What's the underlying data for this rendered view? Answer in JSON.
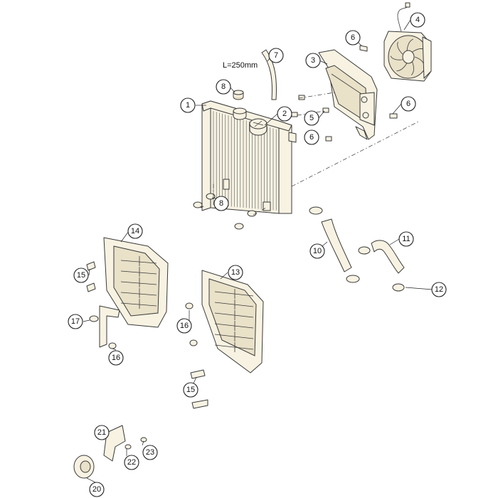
{
  "callouts": [
    {
      "id": "c1",
      "label": "1"
    },
    {
      "id": "c2",
      "label": "2"
    },
    {
      "id": "c3",
      "label": "3"
    },
    {
      "id": "c4",
      "label": "4"
    },
    {
      "id": "c5",
      "label": "5"
    },
    {
      "id": "c6a",
      "label": "6"
    },
    {
      "id": "c6b",
      "label": "6"
    },
    {
      "id": "c6c",
      "label": "6"
    },
    {
      "id": "c7",
      "label": "7"
    },
    {
      "id": "c8a",
      "label": "8"
    },
    {
      "id": "c8b",
      "label": "8"
    },
    {
      "id": "c10",
      "label": "10"
    },
    {
      "id": "c11",
      "label": "11"
    },
    {
      "id": "c12",
      "label": "12"
    },
    {
      "id": "c13",
      "label": "13"
    },
    {
      "id": "c14",
      "label": "14"
    },
    {
      "id": "c15a",
      "label": "15"
    },
    {
      "id": "c15b",
      "label": "15"
    },
    {
      "id": "c16a",
      "label": "16"
    },
    {
      "id": "c16b",
      "label": "16"
    },
    {
      "id": "c17",
      "label": "17"
    },
    {
      "id": "c20",
      "label": "20"
    },
    {
      "id": "c21",
      "label": "21"
    },
    {
      "id": "c22",
      "label": "22"
    },
    {
      "id": "c23",
      "label": "23"
    }
  ],
  "dimension": {
    "hose_length": "L=250mm"
  }
}
